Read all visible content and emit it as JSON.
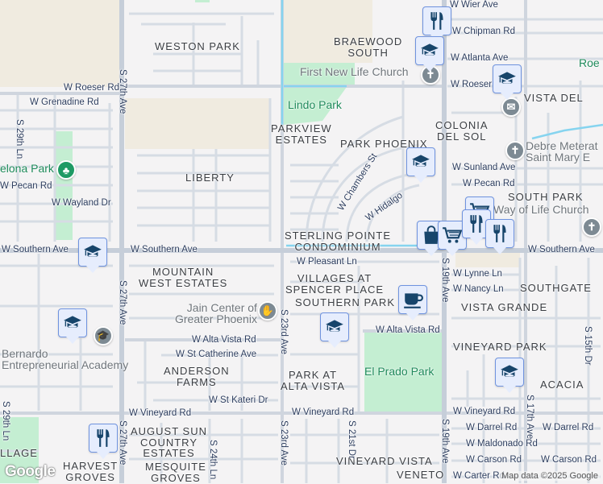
{
  "colors": {
    "background": "#f4f3f4",
    "tan": "#f0ebe0",
    "park": "#c4eed2",
    "major_road": "#c9d0da",
    "minor_road": "#d6dce4",
    "canal": "#86d4ef",
    "marker_fill": "#e6edfd",
    "marker_border": "#6f93df",
    "marker_icon": "#17456b"
  },
  "neighborhoods": [
    "WESTON PARK",
    "LIBERTY",
    "PARKVIEW\nESTATES",
    "PARK PHOENIX",
    "BRAEWOOD\nSOUTH",
    "COLONIA\nDEL SOL",
    "VISTA DEL",
    "SOUTH PARK",
    "STERLING POINTE\nCONDOMINIUM",
    "MOUNTAIN\nWEST ESTATES",
    "VILLAGES AT\nSPENCER PLACE",
    "SOUTHERN PARK",
    "VISTA GRANDE",
    "SOUTHGATE",
    "ANDERSON\nFARMS",
    "PARK AT\nALTA VISTA",
    "VINEYARD PARK",
    "ACACIA",
    "AUGUST SUN\nCOUNTRY\nESTATES",
    "HARVEST\nGROVES",
    "MESQUITE\nGROVES",
    "VINEYARD VISTA",
    "VENETO",
    "LLAGE"
  ],
  "streets": [
    "W Roeser Rd",
    "W Grenadine Rd",
    "S 29th Ln",
    "W Pecan Rd",
    "W Wayland Dr",
    "S 27th Ave",
    "W Wier Ave",
    "W Chipman Rd",
    "W Atlanta Ave",
    "W Roeser",
    "W Sunland Ave",
    "W Pecan Rd",
    "W Chambers St",
    "W Hidalgo",
    "W Southern Ave",
    "W Southern Ave",
    "W Southern Ave",
    "W Pleasant Ln",
    "S 27th Ave",
    "S 23rd Ave",
    "W Lynne Ln",
    "W Nancy Ln",
    "W Alta Vista Rd",
    "W St Catherine Ave",
    "W Alta Vista Rd",
    "W St Kateri Dr",
    "W Vineyard Rd",
    "W Vineyard Rd",
    "W Vineyard Rd",
    "S 19th Ave",
    "S 19th Ave",
    "S 17th Ave",
    "S 15th Dr",
    "S 21st Dr",
    "S 23rd Ave",
    "S 24th Ln",
    "S 27th Ave",
    "S 29th Ln",
    "W Darrel Rd",
    "W Darrel Rd",
    "W Maldonado Rd",
    "W Carson Rd",
    "W Carson Rd",
    "W Carter Rd"
  ],
  "pois": [
    {
      "name": "First New Life Church",
      "icon": "church-icon"
    },
    {
      "name": "Debre Meterat\nSaint Mary E",
      "icon": "church-icon"
    },
    {
      "name": "Way of Life Church",
      "icon": "church-icon"
    },
    {
      "name": "Jain Center of\nGreater Phoenix",
      "icon": "jain-temple-icon"
    },
    {
      "name": "Bernardo\nEntrepreneurial Academy",
      "icon": "school-icon"
    }
  ],
  "parks": [
    "Lindo Park",
    "elona Park",
    "El Prado Park",
    "Roe"
  ],
  "markers": [
    "restaurant",
    "school",
    "school",
    "school",
    "shopping-cart",
    "shopping-bag",
    "shopping-cart",
    "restaurant",
    "restaurant",
    "school",
    "school",
    "cafe",
    "school",
    "school",
    "restaurant"
  ],
  "logo": "Google",
  "attribution": "Map data ©2025 Google"
}
